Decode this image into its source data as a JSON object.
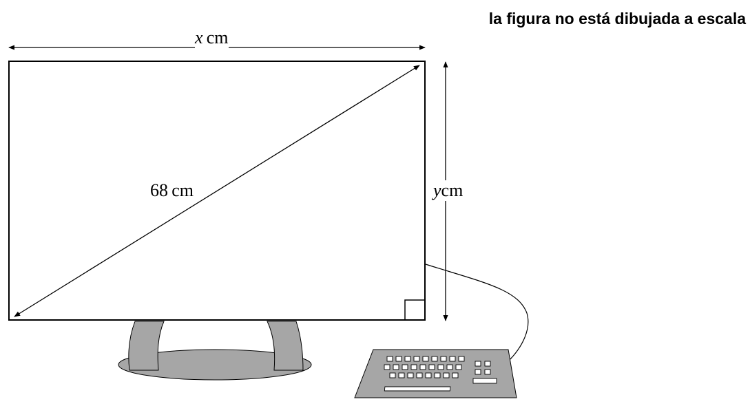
{
  "note": "la figura no está dibujada a escala",
  "labels": {
    "width_var": "x",
    "width_unit": "cm",
    "diagonal_value": "68",
    "diagonal_unit": "cm",
    "height_var": "y",
    "height_unit": "cm"
  },
  "colors": {
    "line": "#000000",
    "stand": "#a6a6a6",
    "keyboard": "#a6a6a6",
    "background": "#ffffff"
  }
}
